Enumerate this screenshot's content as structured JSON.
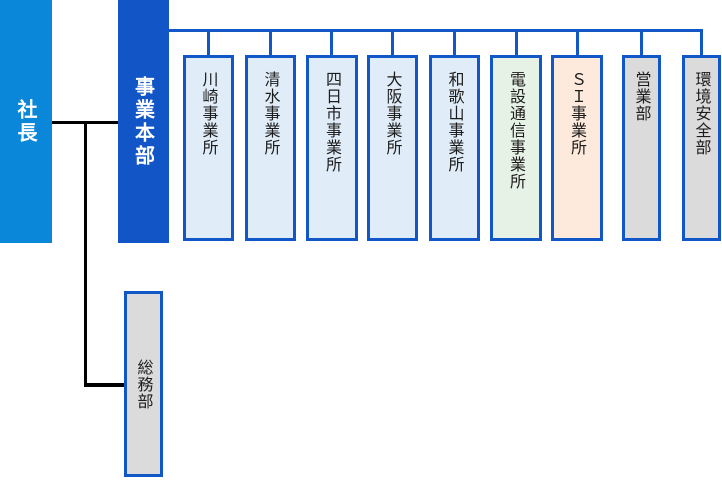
{
  "org_chart": {
    "president": {
      "label": "社長",
      "fill": "#0a87d8"
    },
    "headquarters": {
      "label": "事業本部",
      "fill": "#1255c6"
    },
    "hq_departments": [
      {
        "label": "川崎事業所",
        "fill": "#e0edf8"
      },
      {
        "label": "清水事業所",
        "fill": "#e0edf8"
      },
      {
        "label": "四日市事業所",
        "fill": "#e0edf8"
      },
      {
        "label": "大阪事業所",
        "fill": "#e0edf8"
      },
      {
        "label": "和歌山事業所",
        "fill": "#e0edf8"
      },
      {
        "label": "電設通信事業所",
        "fill": "#e7f2e6"
      },
      {
        "label": "ＳＩ事業所",
        "fill": "#fdeadc"
      },
      {
        "label": "営業部",
        "fill": "#dbdbdb"
      },
      {
        "label": "環境安全部",
        "fill": "#dbdbdb"
      }
    ],
    "president_departments": [
      {
        "label": "総務部",
        "fill": "#dbdbdb"
      }
    ]
  },
  "colors": {
    "connector_blue": "#1257c8",
    "connector_black": "#000000",
    "box_border_blue": "#1257c8",
    "president_fill": "#0a87d8",
    "headquarters_fill": "#1255c6",
    "office_fill_lightblue": "#e0edf8",
    "telecom_fill_green": "#e7f2e6",
    "si_fill_peach": "#fdeadc",
    "admin_fill_gray": "#dbdbdb",
    "exec_text": "#ffffff",
    "dept_text": "#1c1c1c"
  }
}
